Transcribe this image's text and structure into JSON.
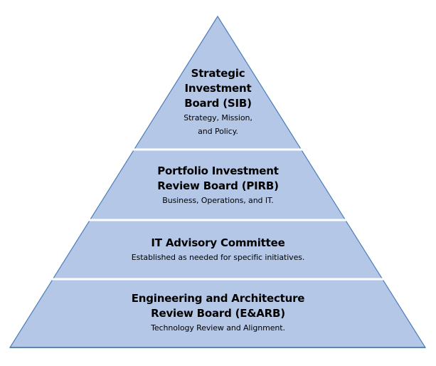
{
  "diagram": {
    "type": "pyramid",
    "colors": {
      "fill": "#B4C7E7",
      "stroke": "#4A7EBB",
      "separator": "#FFFFFF",
      "text": "#000000"
    },
    "tiers": [
      {
        "level": 1,
        "title_lines": [
          "Strategic",
          "Investment",
          "Board (SIB)"
        ],
        "desc_lines": [
          "Strategy, Mission,",
          "and Policy."
        ]
      },
      {
        "level": 2,
        "title_lines": [
          "Portfolio Investment",
          "Review Board (PIRB)"
        ],
        "desc_lines": [
          "Business, Operations, and IT."
        ]
      },
      {
        "level": 3,
        "title_lines": [
          "IT Advisory Committee"
        ],
        "desc_lines": [
          "Established as needed for specific initiatives."
        ]
      },
      {
        "level": 4,
        "title_lines": [
          "Engineering and Architecture",
          "Review Board (E&ARB)"
        ],
        "desc_lines": [
          "Technology Review and Alignment."
        ]
      }
    ]
  }
}
